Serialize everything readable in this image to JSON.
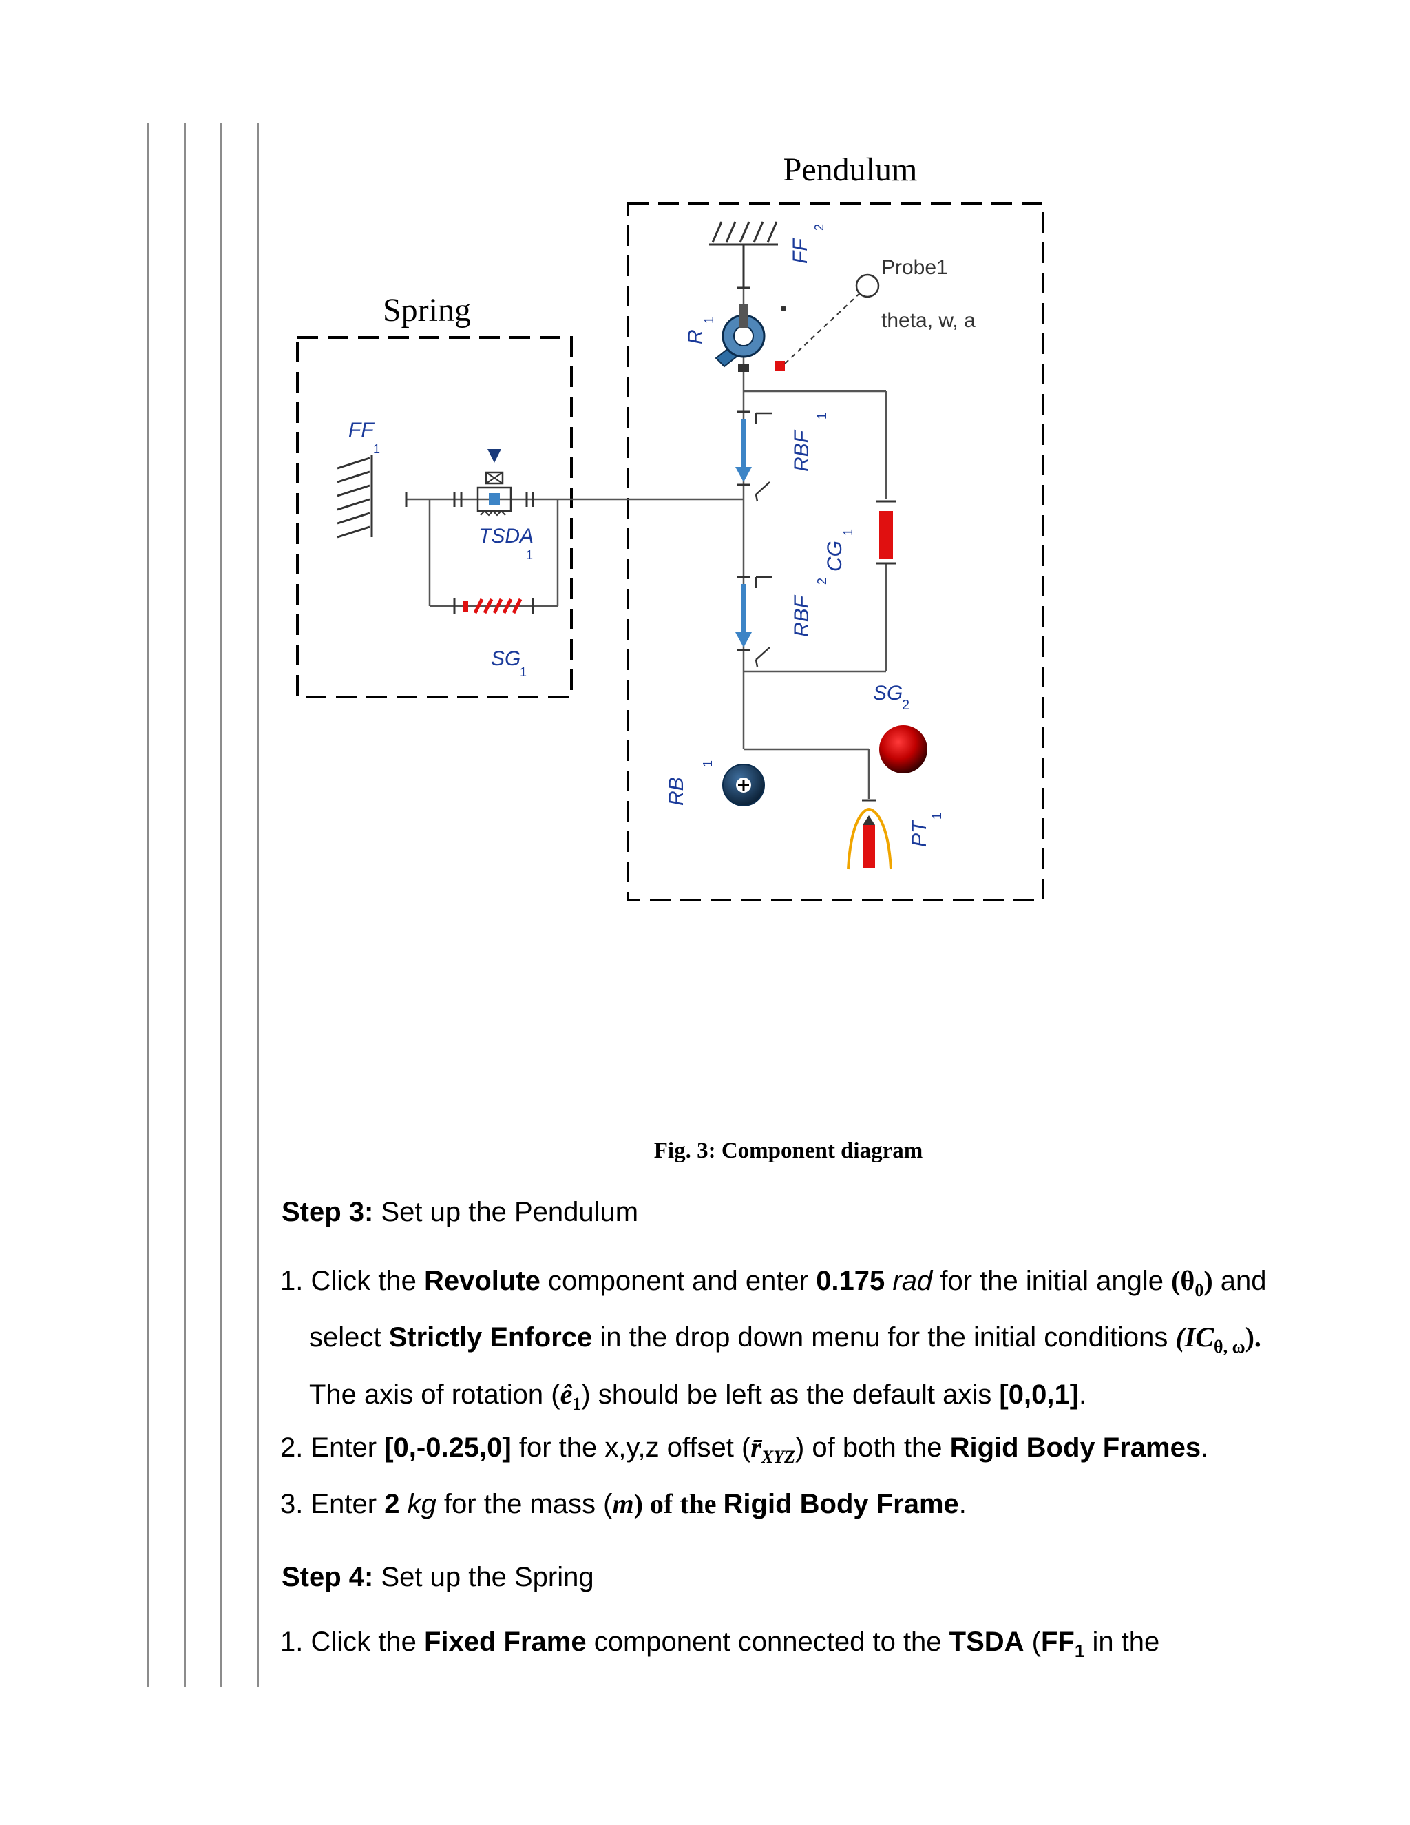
{
  "diagram": {
    "pendulum_title": "Pendulum",
    "spring_title": "Spring",
    "labels": {
      "ff2": "FF",
      "ff2_sub": "2",
      "probe": "Probe1",
      "probe_vars": "theta, w, a",
      "r1": "R",
      "r1_sub": "1",
      "rbf1": "RBF",
      "rbf1_sub": "1",
      "cg1": "CG",
      "cg1_sub": "1",
      "rbf2": "RBF",
      "rbf2_sub": "2",
      "sg2": "SG",
      "sg2_sub": "2",
      "rb1": "RB",
      "rb1_sub": "1",
      "pt1": "PT",
      "pt1_sub": "1",
      "ff1": "FF",
      "ff1_sub": "1",
      "tsda": "TSDA",
      "tsda_sub": "1",
      "sg1": "SG",
      "sg1_sub": "1"
    }
  },
  "caption": "Fig. 3: Component diagram",
  "step3": {
    "label": "Step 3:",
    "text": " Set up the Pendulum",
    "item1": {
      "a": "1. Click the ",
      "b": "Revolute",
      "c": " component and enter ",
      "d": "0.175",
      "e": "rad",
      "f": " for the initial angle ",
      "g": "(θ",
      "g_sub": "0",
      "h": ")",
      "i": " and",
      "j": "select ",
      "k": "Strictly Enforce",
      "l": " in the drop down menu for the initial conditions ",
      "m": "(IC",
      "m_sub": "θ, ω",
      "n": ").",
      "o": "The axis of rotation (",
      "p": "ê",
      "p_sub": "1",
      "q": ") should be left as the default axis ",
      "r": "[0,0,1]",
      "s": "."
    },
    "item2": {
      "a": "2. Enter ",
      "b": "[0,-0.25,0]",
      "c": " for the x,y,z offset (",
      "d": "r̄",
      "d_sub": "XYZ",
      "e": ") of both the ",
      "f": "Rigid Body Frames",
      "g": "."
    },
    "item3": {
      "a": "3. Enter ",
      "b": "2",
      "c": " kg",
      "d": " for the mass (",
      "e": "m",
      "f": ") of the ",
      "g": "Rigid Body Frame",
      "h": "."
    }
  },
  "step4": {
    "label": "Step 4:",
    "text": " Set up the Spring",
    "item1": {
      "a": "1. Click the ",
      "b": "Fixed Frame",
      "c": " component connected to the ",
      "d": "TSDA",
      "e": " (",
      "f": "FF",
      "f_sub": "1",
      "g": " in the"
    }
  },
  "colors": {
    "joint_blue": "#2e6da4",
    "spring_red": "#e01010",
    "mass_red": "#b00000",
    "rigid_body_navy": "#1a3a5c"
  }
}
